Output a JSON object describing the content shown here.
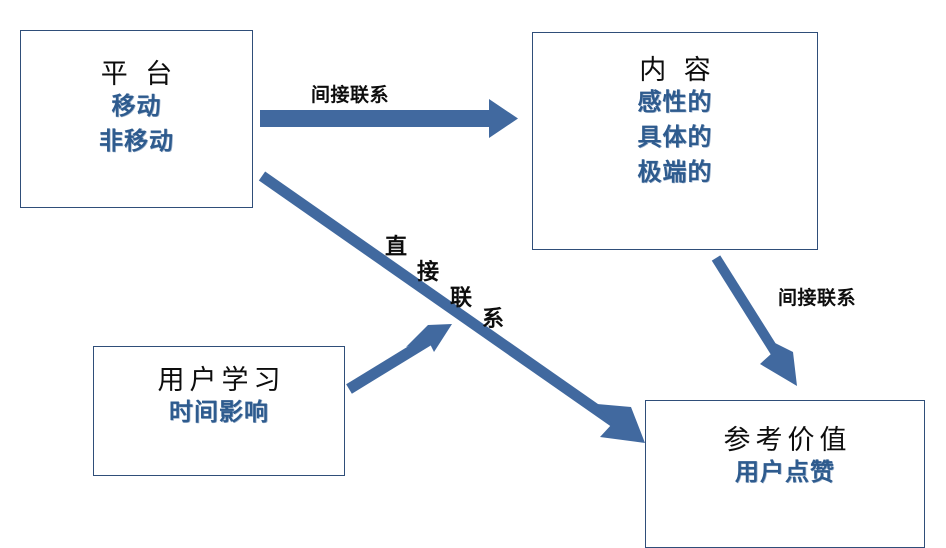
{
  "diagram": {
    "accent_blue": "#41699f",
    "border_navy": "#2f4e79",
    "sub_text_blue": "#2e5b8e",
    "title_black": "#0d0d0d",
    "nodes": [
      {
        "id": "platform",
        "title": "平 台",
        "lines": [
          "移动",
          "非移动"
        ]
      },
      {
        "id": "content",
        "title": "内 容",
        "lines": [
          "感性的",
          "具体的",
          "极端的"
        ]
      },
      {
        "id": "learning",
        "title": "用户学习",
        "lines": [
          "时间影响"
        ]
      },
      {
        "id": "reference",
        "title": "参考价值",
        "lines": [
          "用户点赞"
        ]
      }
    ],
    "edges": {
      "platform_to_content": {
        "label": "间接联系"
      },
      "content_to_reference": {
        "label": "间接联系"
      },
      "platform_to_reference": {
        "label": "直接联系",
        "chars": [
          "直",
          "接",
          "联",
          "系"
        ]
      },
      "learning_to_direct_link": {
        "label": ""
      }
    }
  }
}
